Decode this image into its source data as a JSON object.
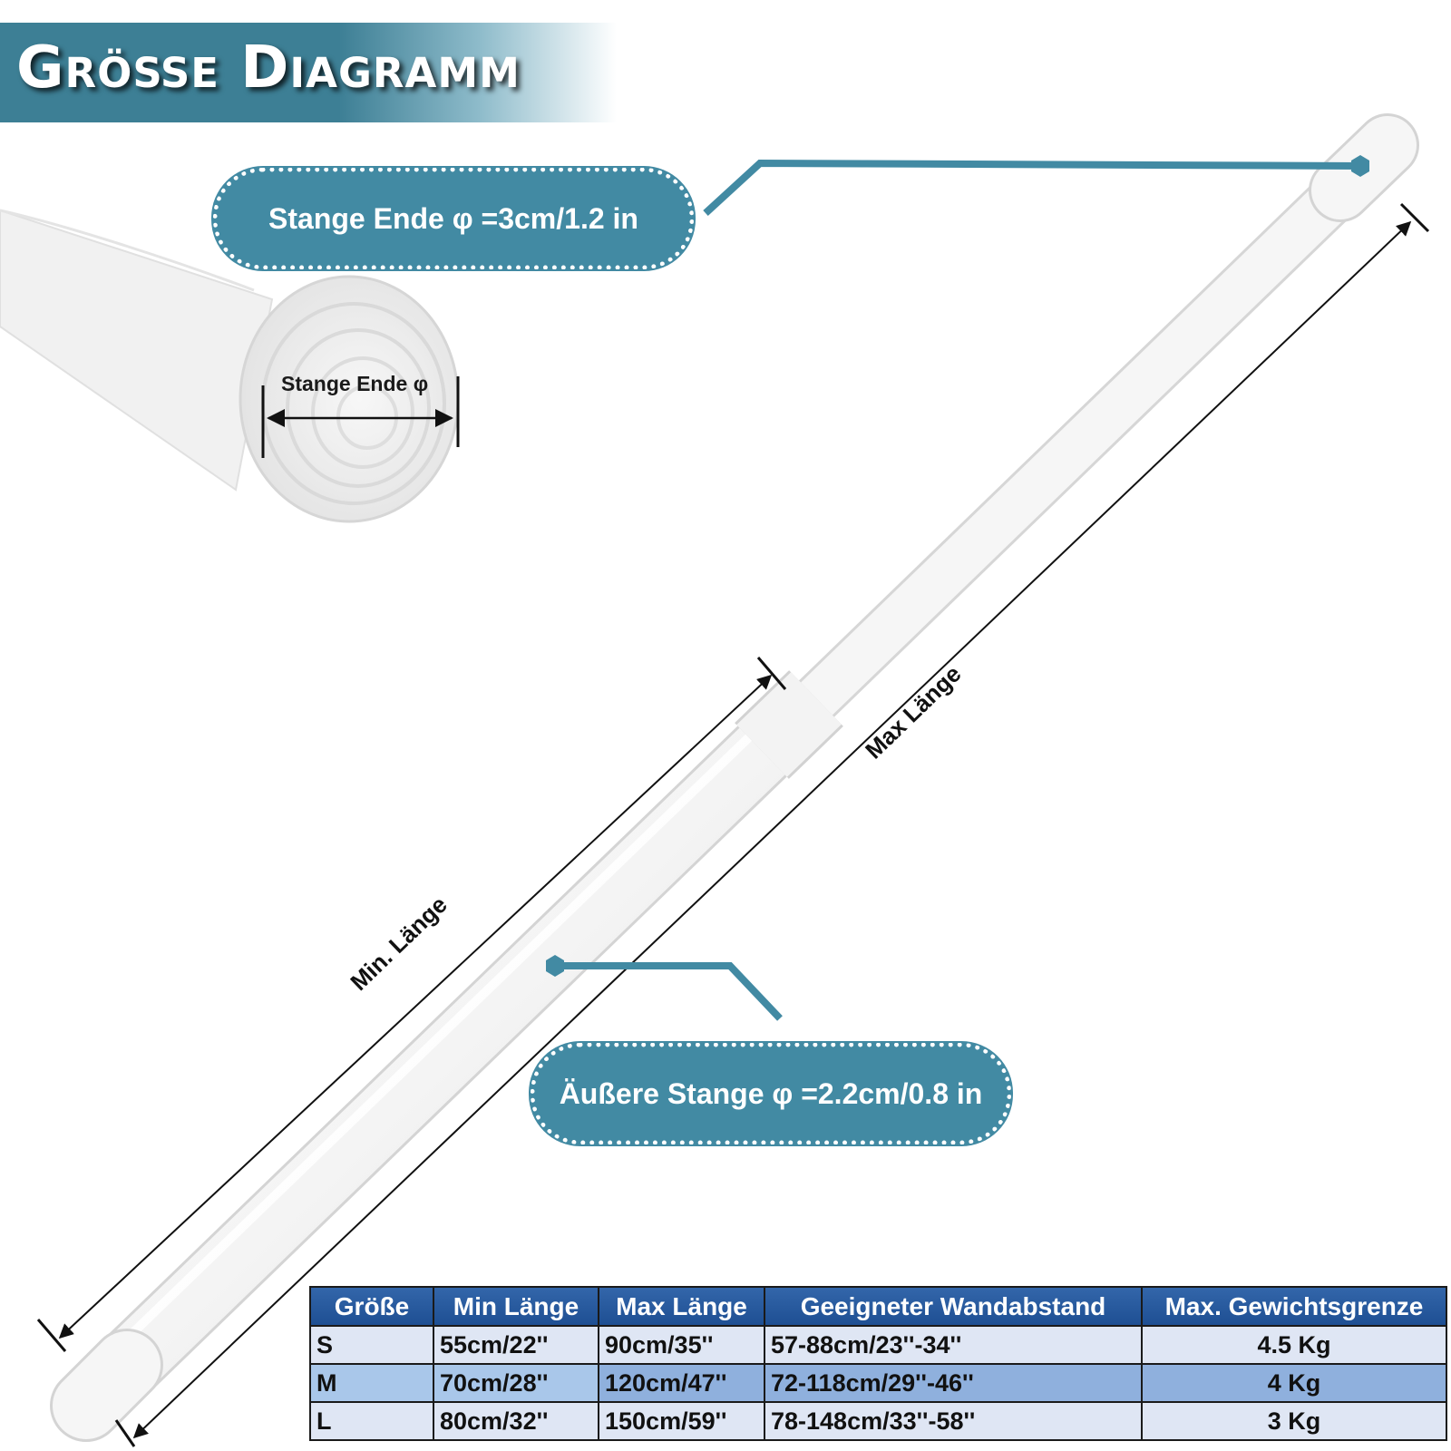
{
  "header": {
    "title": "Größe Diagramm"
  },
  "callouts": {
    "end_diameter": "Stange Ende φ =3cm/1.2 in",
    "outer_rod": "Äußere Stange φ =2.2cm/0.8 in"
  },
  "labels": {
    "end_detail": "Stange Ende φ",
    "min_length": "Min. Länge",
    "max_length": "Max Länge"
  },
  "colors": {
    "accent": "#428aa3",
    "table_header": "#2a5ca0"
  },
  "table": {
    "headers": [
      "Größe",
      "Min Länge",
      "Max Länge",
      "Geeigneter Wandabstand",
      "Max. Gewichtsgrenze"
    ],
    "rows": [
      {
        "size": "S",
        "min": "55cm/22''",
        "max": "90cm/35''",
        "wall": "57-88cm/23''-34''",
        "weight": "4.5 Kg"
      },
      {
        "size": "M",
        "min": "70cm/28''",
        "max": "120cm/47''",
        "wall": "72-118cm/29''-46''",
        "weight": "4 Kg"
      },
      {
        "size": "L",
        "min": "80cm/32''",
        "max": "150cm/59''",
        "wall": "78-148cm/33''-58''",
        "weight": "3 Kg"
      }
    ]
  }
}
